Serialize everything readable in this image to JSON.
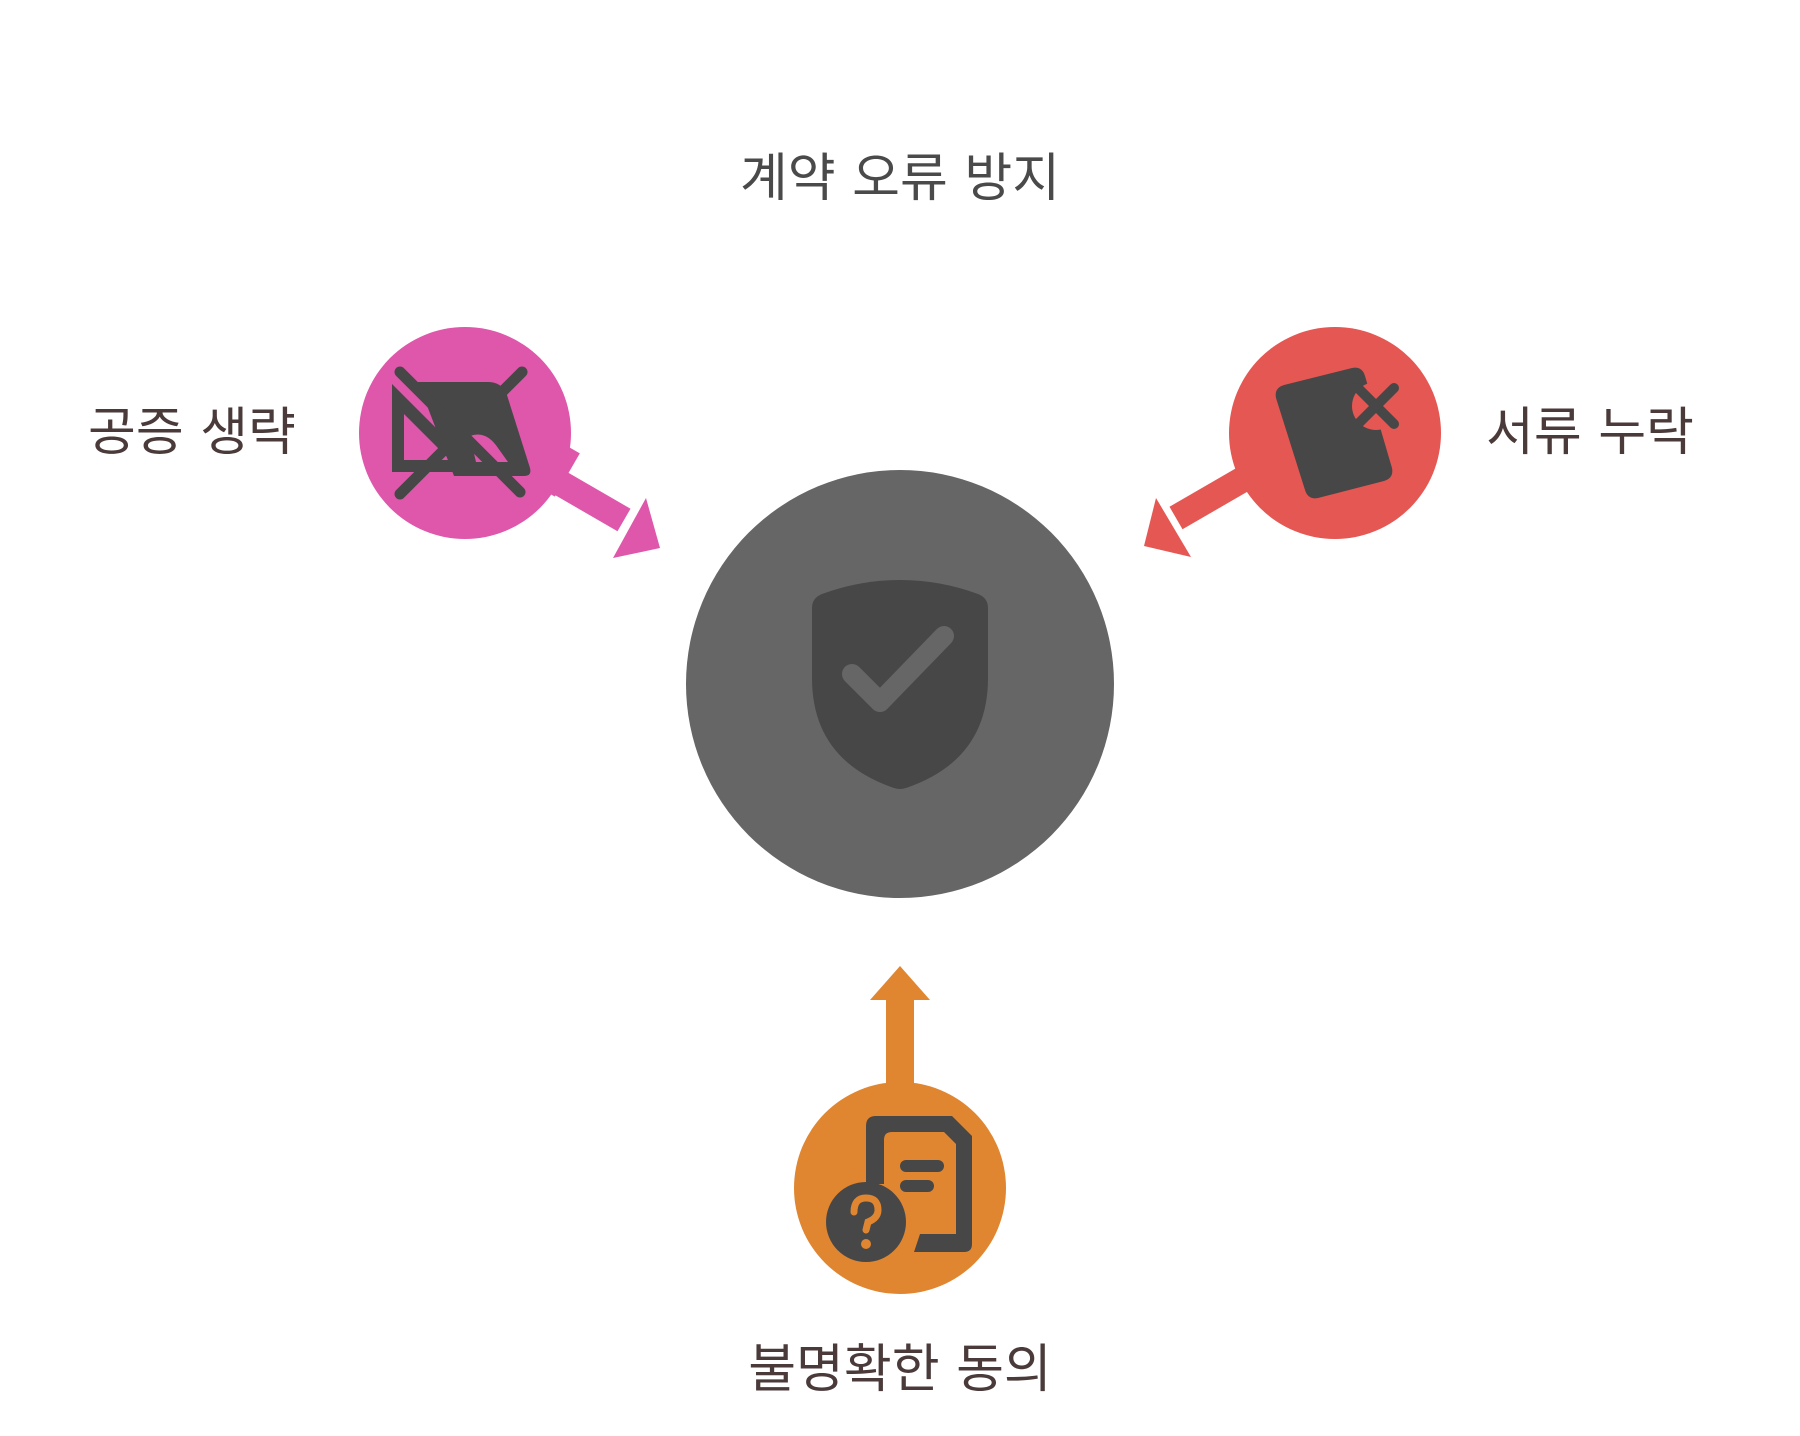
{
  "title": "계약 오류 방지",
  "center": {
    "icon": "shield-check-icon",
    "color": "#666666"
  },
  "nodes": [
    {
      "label": "공증 생략",
      "icon": "no-notary-stamp-icon",
      "color": "#de57ab"
    },
    {
      "label": "서류 누락",
      "icon": "document-missing-icon",
      "color": "#e55753"
    },
    {
      "label": "불명확한 동의",
      "icon": "document-question-icon",
      "color": "#e08631"
    }
  ],
  "colors": {
    "icon_dark": "#474747",
    "text": "#4a3a3a"
  }
}
